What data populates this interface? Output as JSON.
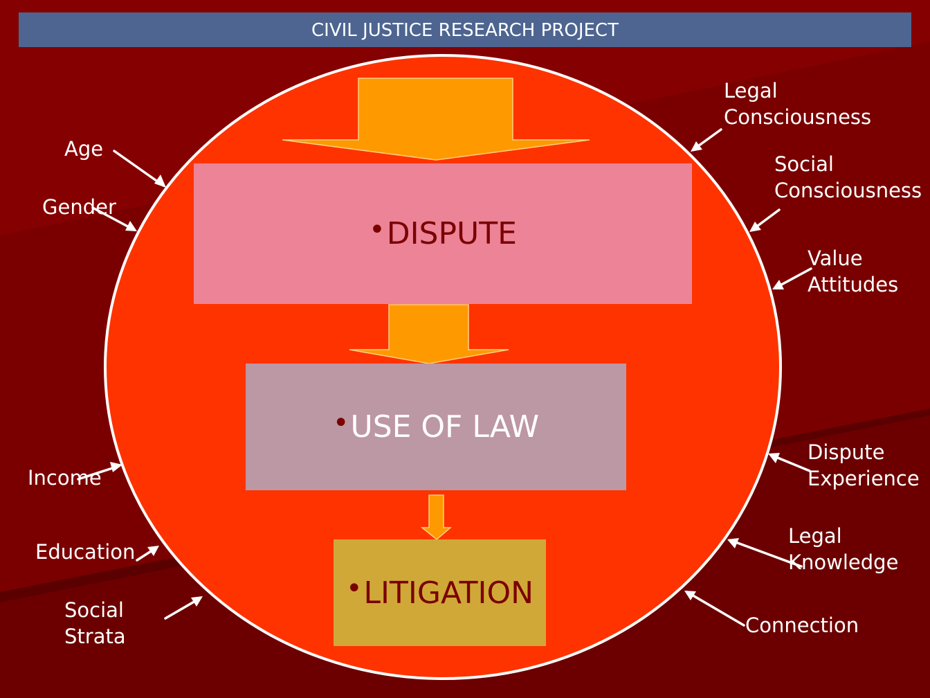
{
  "title": "CIVIL JUSTICE RESEARCH PROJECT",
  "boxes": {
    "dispute": "DISPUTE",
    "use_of_law": "USE OF LAW",
    "litigation": "LITIGATION"
  },
  "bullet": "•",
  "factors_left": {
    "age": "Age",
    "gender": "Gender",
    "income": "Income",
    "education": "Education",
    "social_strata": [
      "Social",
      "Strata"
    ]
  },
  "factors_right": {
    "legal_consciousness": [
      "Legal",
      "Consciousness"
    ],
    "social_consciousness": [
      "Social",
      "Consciousness"
    ],
    "value_attitudes": [
      "Value",
      "Attitudes"
    ],
    "dispute_experience": [
      "Dispute",
      "Experience"
    ],
    "legal_knowledge": [
      "Legal",
      "Knowledge"
    ],
    "connection": "Connection"
  },
  "colors": {
    "background": "#7a0000",
    "title_bar": "#4d6590",
    "circle": "#ff3300",
    "arrow": "#ff9900",
    "dispute_box": "#ec8397",
    "use_of_law_box": "#bc97a4",
    "litigation_box": "#d0a838",
    "label": "#ffffff"
  }
}
